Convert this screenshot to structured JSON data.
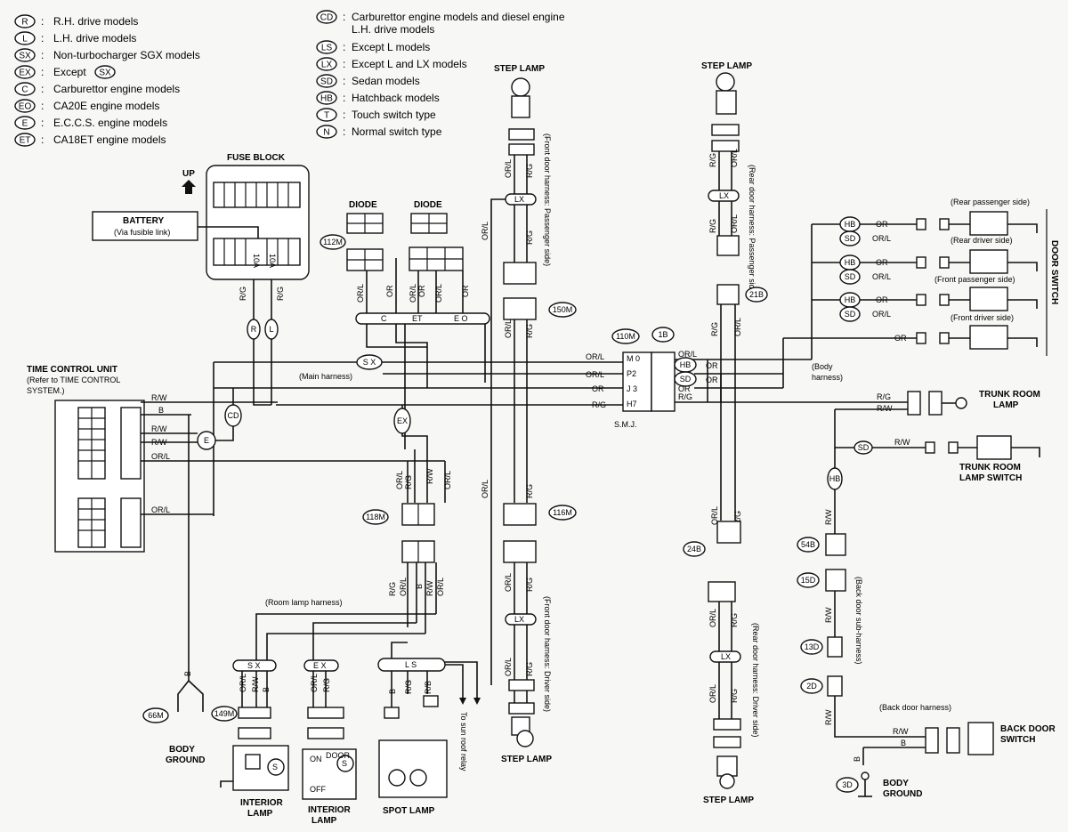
{
  "legend": {
    "left": [
      {
        "sym": "R",
        "text": "R.H. drive models"
      },
      {
        "sym": "L",
        "text": "L.H. drive models"
      },
      {
        "sym": "SX",
        "text": "Non-turbocharger SGX models"
      },
      {
        "sym": "EX",
        "text": "Except",
        "extra": "SX"
      },
      {
        "sym": "C",
        "text": "Carburettor engine models"
      },
      {
        "sym": "EO",
        "text": "CA20E engine models"
      },
      {
        "sym": "E",
        "text": "E.C.C.S. engine models"
      },
      {
        "sym": "ET",
        "text": "CA18ET engine models"
      }
    ],
    "right": [
      {
        "sym": "CD",
        "text": "Carburettor engine models and diesel engine",
        "text2": "L.H. drive models"
      },
      {
        "sym": "LS",
        "text": "Except L models"
      },
      {
        "sym": "LX",
        "text": "Except L and LX models"
      },
      {
        "sym": "SD",
        "text": "Sedan models"
      },
      {
        "sym": "HB",
        "text": "Hatchback models"
      },
      {
        "sym": "T",
        "text": "Touch switch type"
      },
      {
        "sym": "N",
        "text": "Normal switch type"
      }
    ]
  },
  "components": {
    "fuse_block": "FUSE BLOCK",
    "up": "UP",
    "battery": "BATTERY",
    "battery_sub": "(Via fusible link)",
    "fuse_a": "10A",
    "fuse_b": "10A",
    "diode1": "DIODE",
    "diode2": "DIODE",
    "tcu_1": "TIME CONTROL UNIT",
    "tcu_2": "(Refer to TIME CONTROL",
    "tcu_3": "SYSTEM.)",
    "main_harness": "(Main harness)",
    "room_lamp_harness": "(Room lamp harness)",
    "body_ground_1": "BODY",
    "body_ground_2": "GROUND",
    "interior_lamp_t": "INTERIOR",
    "interior_lamp_t2": "LAMP",
    "interior_lamp_n": "INTERIOR",
    "interior_lamp_n2": "LAMP",
    "door_on": "ON",
    "door_off": "OFF",
    "door_label": "DOOR",
    "spot_lamp": "SPOT LAMP",
    "sun_roof": "To sun roof relay",
    "step_lamp_fp": "STEP LAMP",
    "step_lamp_fd": "STEP LAMP",
    "step_lamp_rp": "STEP LAMP",
    "step_lamp_rd": "STEP LAMP",
    "front_door_pass": "(Front door harness: Passenger side)",
    "front_door_drv": "(Front door harness: Driver side)",
    "rear_door_pass": "(Rear door harness: Passenger side)",
    "rear_door_drv": "(Rear door harness: Driver side)",
    "smj": "S.M.J.",
    "rear_pass": "(Rear passenger side)",
    "rear_drv": "(Rear driver side)",
    "front_pass": "(Front passenger side)",
    "front_drv": "(Front driver side)",
    "door_switch": "DOOR SWITCH",
    "body_harness_1": "(Body",
    "body_harness_2": "harness)",
    "trunk_lamp_1": "TRUNK ROOM",
    "trunk_lamp_2": "LAMP",
    "trunk_sw_1": "TRUNK ROOM",
    "trunk_sw_2": "LAMP SWITCH",
    "back_door_sub": "(Back door sub-harness)",
    "back_door_harness": "(Back door harness)",
    "back_door_sw_1": "BACK DOOR",
    "back_door_sw_2": "SWITCH",
    "body_ground_3": "BODY",
    "body_ground_4": "GROUND"
  },
  "connectors": {
    "c112M": "112M",
    "c150M": "150M",
    "c110M": "110M",
    "c1B": "1B",
    "c21B": "21B",
    "c118M": "118M",
    "c116M": "116M",
    "c24B": "24B",
    "c54B": "54B",
    "c15D": "15D",
    "c13D": "13D",
    "c2D": "2D",
    "c3D": "3D",
    "c66M": "66M",
    "c149M": "149M"
  },
  "smj_pins": [
    "M 0",
    "P2",
    "J 3",
    "H7"
  ],
  "wires": {
    "RG": "R/G",
    "ORL": "OR/L",
    "OR": "OR",
    "RW": "R/W",
    "B": "B",
    "RB": "R/B"
  },
  "blocks": {
    "C": "C",
    "ET": "ET",
    "EO": "E O",
    "SX": "S X",
    "EX": "E X",
    "LS": "L S",
    "LX": "LX",
    "HB": "HB",
    "SD": "SD",
    "R": "R",
    "L": "L",
    "E": "E",
    "CD": "CD",
    "SXc": "S X",
    "EXc": "EX"
  }
}
